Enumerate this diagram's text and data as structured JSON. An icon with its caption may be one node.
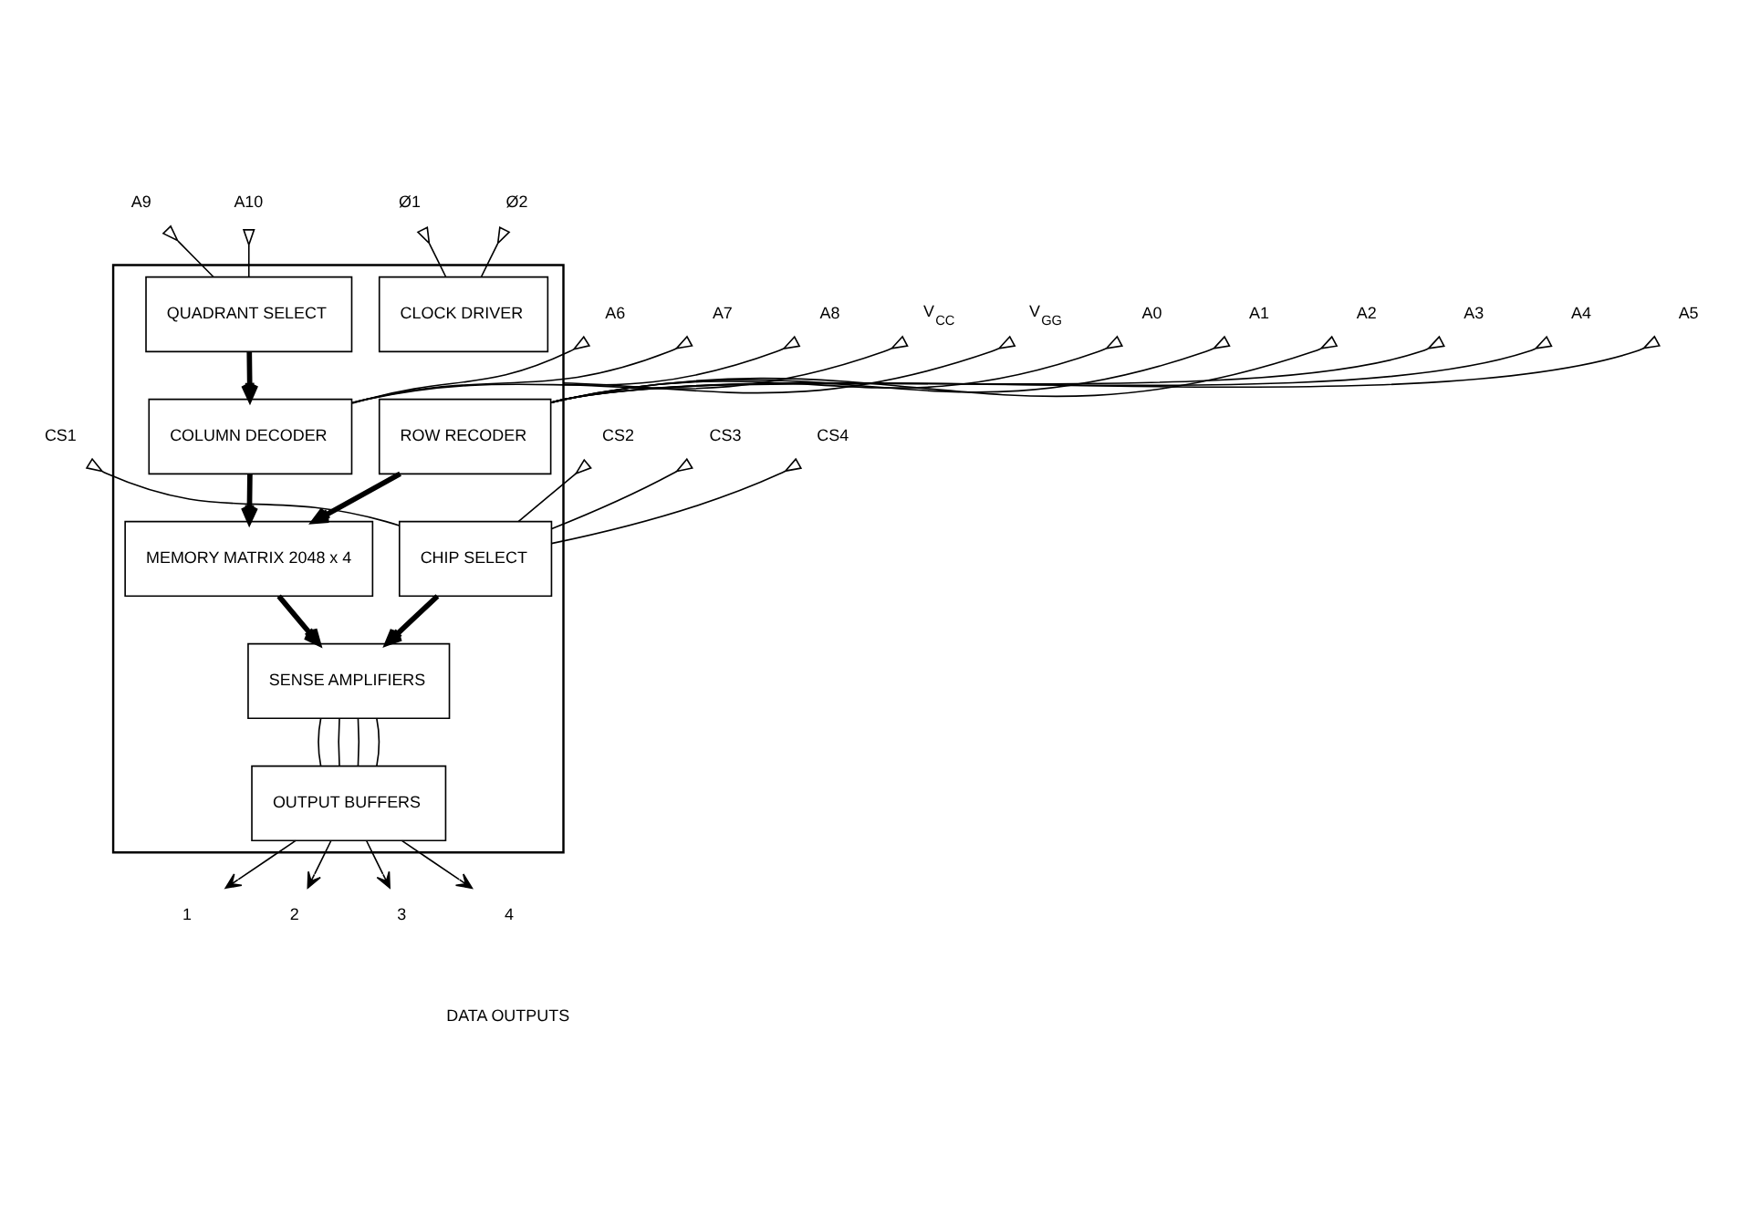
{
  "diagram": {
    "nodes": [
      {
        "text": [],
        "shape": "box"
      },
      {
        "text": [
          "COLUMN DECODER"
        ],
        "in": 0
      },
      {
        "text": [
          "QUADRANT SELECT"
        ],
        "in": 0
      },
      {
        "text": [
          "ROW RECODER"
        ],
        "in": 0
      },
      {
        "text": [
          "MEMORY MATRIX 2048 x 4"
        ],
        "in": 0
      },
      {
        "text": [
          "CHIP SELECT"
        ],
        "in": 0
      },
      {
        "text": [
          "SENSE AMPLIFIERS"
        ],
        "in": 0
      },
      {
        "text": [
          "CLOCK DRIVER"
        ],
        "in": 0
      },
      {
        "text": [
          "OUTPUT BUFFERS"
        ],
        "in": 0
      },
      {
        "text": [
          "A6"
        ]
      },
      {
        "text": [
          "A7"
        ]
      },
      {
        "text": [
          "A8"
        ]
      },
      {
        "text": [
          "A9"
        ]
      },
      {
        "text": [
          "A10"
        ]
      },
      {
        "text": [
          "A0"
        ]
      },
      {
        "text": [
          "A1"
        ]
      },
      {
        "text": [
          "A2"
        ]
      },
      {
        "text": [
          "A3"
        ]
      },
      {
        "text": [
          "A4"
        ]
      },
      {
        "text": [
          "A5"
        ]
      },
      {
        "text": [
          "CS1"
        ]
      },
      {
        "text": [
          "CS2"
        ]
      },
      {
        "text": [
          "CS3"
        ]
      },
      {
        "text": [
          "CS4"
        ]
      },
      {
        "text": [
          "Ø1"
        ]
      },
      {
        "text": [
          "Ø2"
        ]
      },
      {
        "text": [
          "V$_{CC}$"
        ]
      },
      {
        "text": [
          "V$_{GG}$"
        ]
      },
      {
        "text": [
          "1"
        ]
      },
      {
        "text": [
          "2"
        ]
      },
      {
        "text": [
          "3"
        ]
      },
      {
        "text": [
          "4"
        ]
      }
    ],
    "edges": [
      {
        "from": 9,
        "to": 1,
        "arrow": "other"
      },
      {
        "from": 10,
        "to": 1,
        "arrow": "other"
      },
      {
        "from": 11,
        "to": 1,
        "arrow": "other"
      },
      {
        "from": 12,
        "to": 2,
        "arrow": "other"
      },
      {
        "from": 13,
        "to": 2,
        "arrow": "other"
      },
      {
        "from": 2,
        "to": 1,
        "arrow": "to",
        "style": "thick"
      },
      {
        "from": 14,
        "to": 3,
        "arrow": "other"
      },
      {
        "from": 15,
        "to": 3,
        "arrow": "other"
      },
      {
        "from": 16,
        "to": 3,
        "arrow": "other"
      },
      {
        "from": 17,
        "to": 3,
        "arrow": "other"
      },
      {
        "from": 18,
        "to": 3,
        "arrow": "other"
      },
      {
        "from": 19,
        "to": 3,
        "arrow": "other"
      },
      {
        "from": 1,
        "to": 4,
        "arrow": "to",
        "style": "thick"
      },
      {
        "from": 3,
        "to": 4,
        "arrow": "to",
        "style": "thick"
      },
      {
        "from": 4,
        "to": 6,
        "arrow": "to",
        "style": "thick"
      },
      {
        "from": 20,
        "to": 5,
        "arrow": "other"
      },
      {
        "from": 21,
        "to": 5,
        "arrow": "other"
      },
      {
        "from": 22,
        "to": 5,
        "arrow": "other"
      },
      {
        "from": 23,
        "to": 5,
        "arrow": "other"
      },
      {
        "from": 5,
        "to": 6,
        "arrow": "to",
        "style": "thick"
      },
      {
        "from": 24,
        "to": 7,
        "arrow": "other"
      },
      {
        "from": 25,
        "to": 7,
        "arrow": "other"
      },
      {
        "from": 26,
        "to": 0,
        "arrow": "other"
      },
      {
        "from": 27,
        "to": 0,
        "arrow": "other"
      },
      {
        "from": 6,
        "to": 8,
        "arrow": "none"
      },
      {
        "from": 6,
        "to": 8,
        "arrow": "none"
      },
      {
        "from": 6,
        "to": 8,
        "arrow": "none"
      },
      {
        "from": 6,
        "to": 8,
        "arrow": "none"
      },
      {
        "from": 8,
        "to": 28,
        "arrow": "to"
      },
      {
        "from": 8,
        "to": 29,
        "arrow": "to"
      },
      {
        "from": 8,
        "to": 30,
        "arrow": "to"
      },
      {
        "from": 8,
        "to": 31,
        "arrow": "to"
      }
    ],
    "labels": [
      "DATA OUTPUTS"
    ]
  }
}
